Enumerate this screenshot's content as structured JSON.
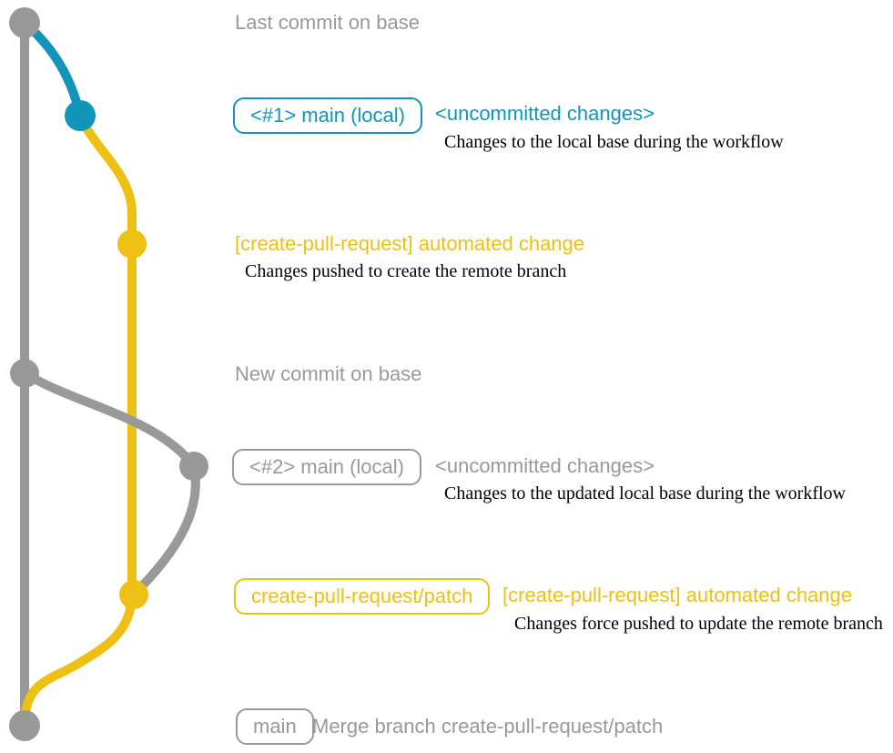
{
  "colors": {
    "gray": "#999999",
    "teal": "#1295b8",
    "yellow": "#eec013",
    "desc_text": "#000000"
  },
  "graph": {
    "branches": [
      {
        "name": "base",
        "color_key": "gray"
      },
      {
        "name": "main (local)",
        "color_key": "teal"
      },
      {
        "name": "create-pull-request/patch",
        "color_key": "yellow"
      }
    ],
    "commit_count": 7
  },
  "rows": {
    "last_commit": {
      "label": "Last commit on base"
    },
    "commit_1": {
      "tag": "<#1> main (local)",
      "message": "<uncommitted changes>",
      "description": "Changes to the local base during the workflow"
    },
    "push_1": {
      "message": "[create-pull-request] automated change",
      "description": "Changes pushed to create the remote branch"
    },
    "new_commit": {
      "label": "New commit on base"
    },
    "commit_2": {
      "tag": "<#2> main (local)",
      "message": "<uncommitted changes>",
      "description": "Changes to the updated local base during the workflow"
    },
    "force_push": {
      "tag": "create-pull-request/patch",
      "message": "[create-pull-request] automated change",
      "description": "Changes force pushed to update the remote branch"
    },
    "merge": {
      "tag": "main",
      "message": "Merge branch create-pull-request/patch"
    }
  }
}
